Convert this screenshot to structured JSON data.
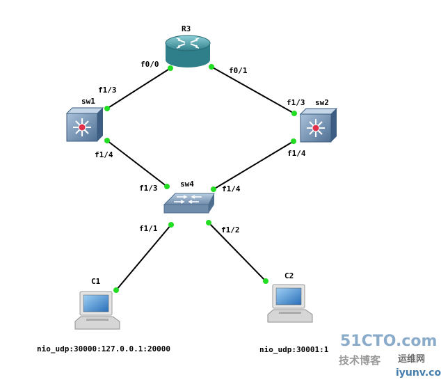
{
  "colors": {
    "link": "#000000",
    "port_dot": "#22dd22",
    "router_body": "#3a8f9a",
    "multilayer_switch": "#5f82a6",
    "multilayer_center": "#e0304a",
    "switch": "#7c98b6",
    "pc_screen": "#3a7fc6"
  },
  "devices": {
    "r3": {
      "name": "R3",
      "icon": "router-icon"
    },
    "sw1": {
      "name": "sw1",
      "icon": "multilayer-switch-icon"
    },
    "sw2": {
      "name": "sw2",
      "icon": "multilayer-switch-icon"
    },
    "sw4": {
      "name": "sw4",
      "icon": "ethernet-switch-icon"
    },
    "c1": {
      "name": "C1",
      "icon": "pc-icon",
      "console": "nio_udp:30000:127.0.0.1:20000"
    },
    "c2": {
      "name": "C2",
      "icon": "pc-icon",
      "console": "nio_udp:30001:1"
    }
  },
  "ports": {
    "r3_f00": "f0/0",
    "r3_f01": "f0/1",
    "sw1_f13": "f1/3",
    "sw1_f14": "f1/4",
    "sw2_f13": "f1/3",
    "sw2_f14": "f1/4",
    "sw4_f13": "f1/3",
    "sw4_f14": "f1/4",
    "sw4_f11": "f1/1",
    "sw4_f12": "f1/2"
  },
  "watermark": {
    "brand": "51CTO.com",
    "tagline": "技术博客",
    "site": "运维网",
    "url": "iyunv.com"
  }
}
